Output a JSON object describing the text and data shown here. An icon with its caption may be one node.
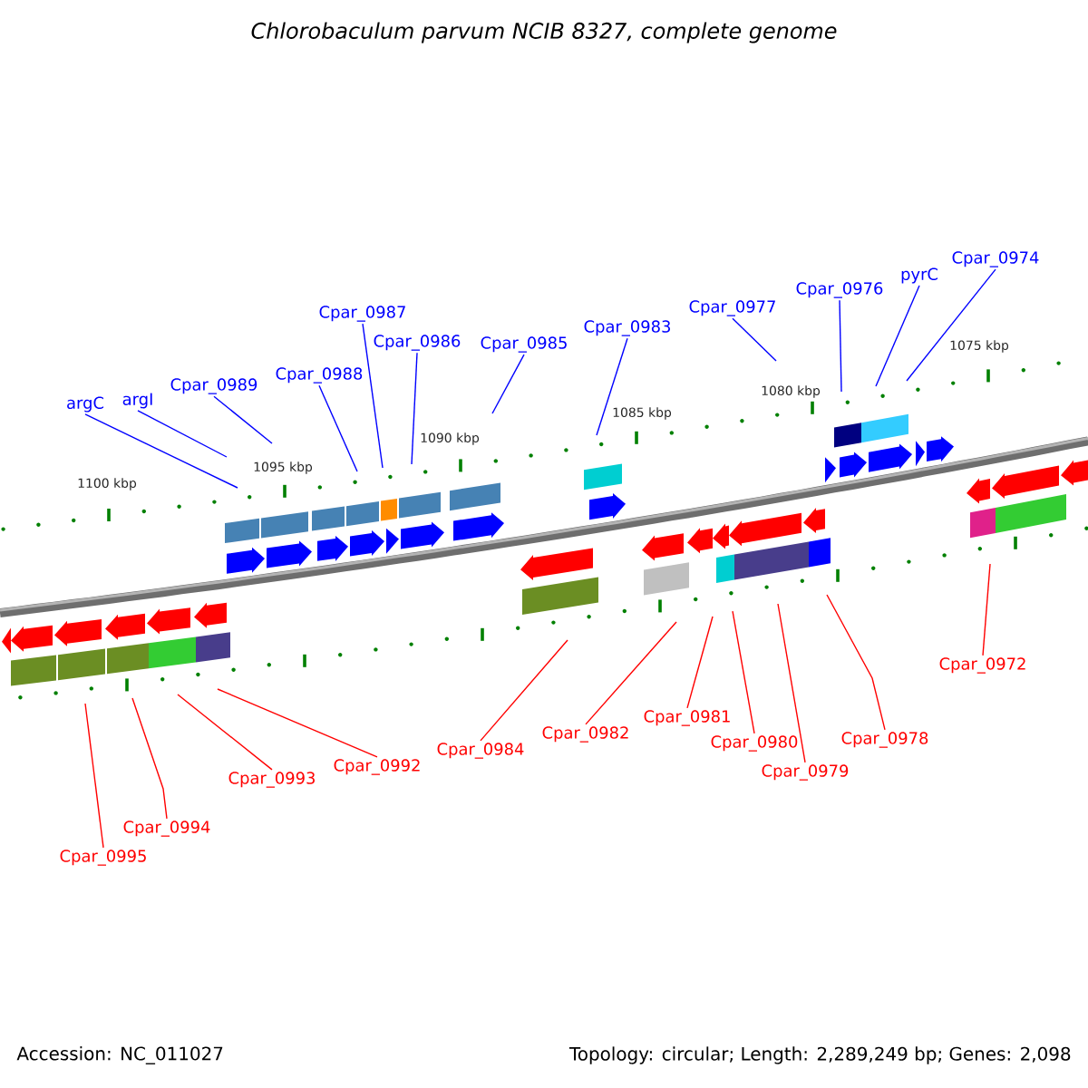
{
  "diagram": {
    "title": "*Chlorobaculum parvum NCIB 8327, complete genome*",
    "nodes": [
      {
        "text": [
          "argC"
        ]
      },
      {
        "text": [
          "argI"
        ]
      },
      {
        "text": [
          "Cpar_0989"
        ]
      },
      {
        "text": [
          "Cpar_0988"
        ]
      },
      {
        "text": [
          "Cpar_0987"
        ]
      },
      {
        "text": [
          "Cpar_0986"
        ]
      },
      {
        "text": [
          "Cpar_0985"
        ]
      },
      {
        "text": [
          "Cpar_0983"
        ]
      },
      {
        "text": [
          "Cpar_0977"
        ]
      },
      {
        "text": [
          "Cpar_0976"
        ]
      },
      {
        "text": [
          "pyrC"
        ]
      },
      {
        "text": [
          "Cpar_0974"
        ]
      },
      {
        "text": [
          "Cpar_0995"
        ]
      },
      {
        "text": [
          "Cpar_0994"
        ]
      },
      {
        "text": [
          "Cpar_0993"
        ]
      },
      {
        "text": [
          "Cpar_0992"
        ]
      },
      {
        "text": [
          "Cpar_0984"
        ]
      },
      {
        "text": [
          "Cpar_0982"
        ]
      },
      {
        "text": [
          "Cpar_0981"
        ]
      },
      {
        "text": [
          "Cpar_0980"
        ]
      },
      {
        "text": [
          "Cpar_0979"
        ]
      },
      {
        "text": [
          "Cpar_0978"
        ]
      },
      {
        "text": [
          "Cpar_0972"
        ]
      }
    ],
    "edges": [
      {
        "from": 0,
        "to": null,
        "arrow": "none",
        "color": "#0000ff"
      },
      {
        "from": 1,
        "to": null,
        "arrow": "none",
        "color": "#0000ff"
      },
      {
        "from": 2,
        "to": null,
        "arrow": "none",
        "color": "#0000ff"
      },
      {
        "from": 3,
        "to": null,
        "arrow": "none",
        "color": "#0000ff"
      },
      {
        "from": 4,
        "to": null,
        "arrow": "none",
        "color": "#0000ff"
      },
      {
        "from": 5,
        "to": null,
        "arrow": "none",
        "color": "#0000ff"
      },
      {
        "from": 6,
        "to": null,
        "arrow": "none",
        "color": "#0000ff"
      },
      {
        "from": 7,
        "to": null,
        "arrow": "none",
        "color": "#0000ff"
      },
      {
        "from": 8,
        "to": null,
        "arrow": "none",
        "color": "#0000ff"
      },
      {
        "from": 9,
        "to": null,
        "arrow": "none",
        "color": "#0000ff"
      },
      {
        "from": 10,
        "to": null,
        "arrow": "none",
        "color": "#0000ff"
      },
      {
        "from": 11,
        "to": null,
        "arrow": "none",
        "color": "#0000ff"
      },
      {
        "from": 12,
        "to": null,
        "arrow": "none",
        "color": "#ff0000"
      },
      {
        "from": 13,
        "to": null,
        "arrow": "none",
        "color": "#ff0000"
      },
      {
        "from": 14,
        "to": null,
        "arrow": "none",
        "color": "#ff0000"
      },
      {
        "from": 15,
        "to": null,
        "arrow": "none",
        "color": "#ff0000"
      },
      {
        "from": 16,
        "to": null,
        "arrow": "none",
        "color": "#ff0000"
      },
      {
        "from": 17,
        "to": null,
        "arrow": "none",
        "color": "#ff0000"
      },
      {
        "from": 18,
        "to": null,
        "arrow": "none",
        "color": "#ff0000"
      },
      {
        "from": 19,
        "to": null,
        "arrow": "none",
        "color": "#ff0000"
      },
      {
        "from": 20,
        "to": null,
        "arrow": "none",
        "color": "#ff0000"
      },
      {
        "from": 21,
        "to": null,
        "arrow": "none",
        "color": "#ff0000"
      },
      {
        "from": 22,
        "to": null,
        "arrow": "none",
        "color": "#ff0000"
      }
    ],
    "labels": [
      "1100 kbp",
      "1095 kbp",
      "1090 kbp",
      "1085 kbp",
      "1080 kbp",
      "1075 kbp",
      "Accession: NC_011027",
      "Topology: circular; Length: 2,289,249 bp; Genes: 2,098"
    ]
  }
}
